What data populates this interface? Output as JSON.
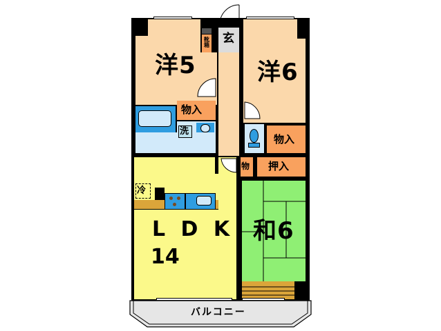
{
  "floor_plan": {
    "layout_type": "3LDK",
    "colors": {
      "western_room": "#fbd8ab",
      "corridor": "#fbd8ab",
      "ldk": "#fbf98a",
      "tatami": "#8fef74",
      "storage": "#f9a15e",
      "wet_area": "#d2eafa",
      "fixture_blue": "#2f9de0",
      "entrance": "#dcdcdc",
      "balcony": "#e6e6e6",
      "tokonoma": "#dba53a",
      "kitchen_counter": "#dba53a",
      "wall": "#000000"
    },
    "rooms": {
      "western_5": {
        "label": "洋5",
        "type": "western",
        "size_jo": 5
      },
      "western_6": {
        "label": "洋6",
        "type": "western",
        "size_jo": 6
      },
      "ldk": {
        "label_line1": "L D K",
        "label_line2": "14",
        "type": "living-dining-kitchen",
        "size_jo": 14
      },
      "japanese_6": {
        "label": "和6",
        "type": "tatami",
        "size_jo": 6
      },
      "entrance": {
        "label": "玄"
      },
      "shoe_box": {
        "label": "靴箱"
      },
      "washroom": {
        "label": "洗"
      },
      "fridge": {
        "label": "冷"
      },
      "balcony": {
        "label": "バルコニー"
      }
    },
    "storage": {
      "closet_western5": {
        "label": "物入"
      },
      "closet_western6": {
        "label": "物入"
      },
      "small_closet": {
        "label": "物"
      },
      "oshiire": {
        "label": "押入"
      }
    }
  }
}
